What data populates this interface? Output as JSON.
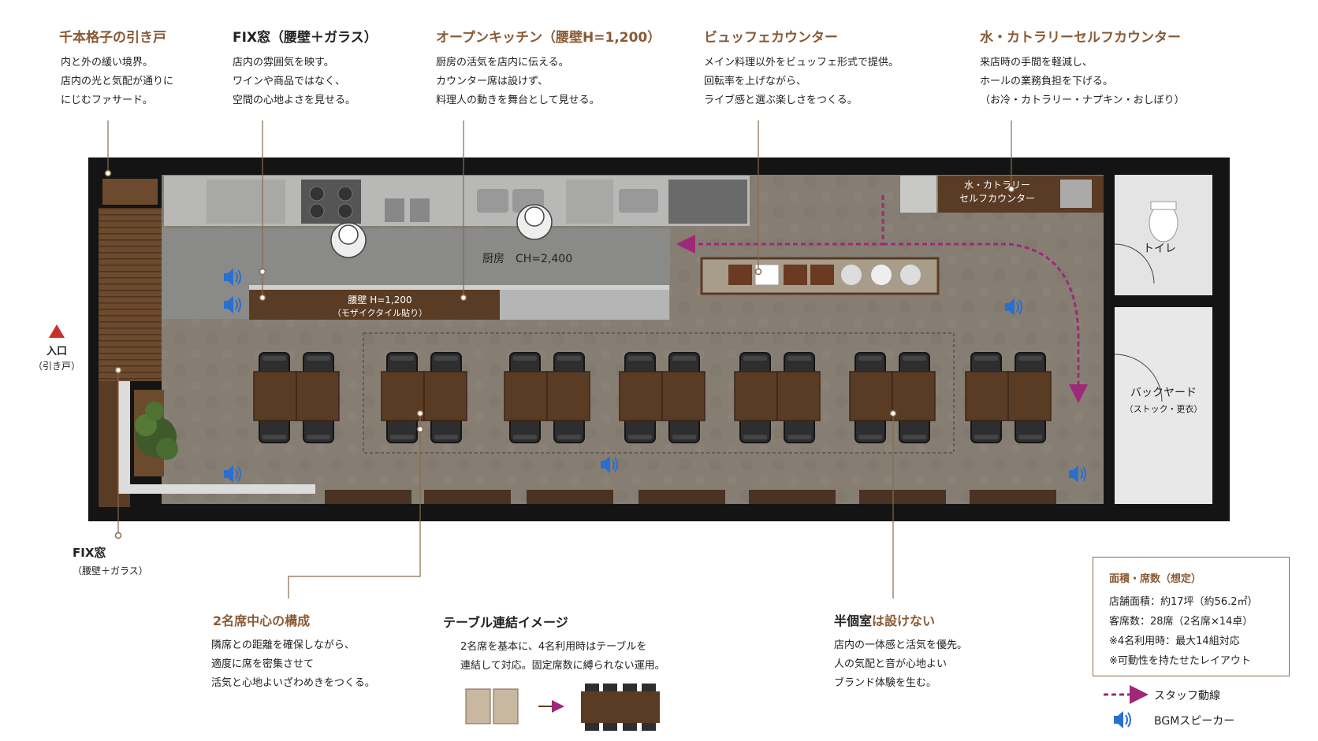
{
  "annotations": [
    {
      "title": "千本格子の引き戸",
      "lines": [
        "内と外の緩い境界。",
        "店内の光と気配が通りに",
        "にじむファサード。"
      ]
    },
    {
      "title": "FIX窓（腰壁＋ガラス）",
      "lines": [
        "店内の雰囲気を映す。",
        "ワインや商品ではなく、",
        "空間の心地よさを見せる。"
      ]
    },
    {
      "title": "オープンキッチン（腰壁H=1,200）",
      "lines": [
        "厨房の活気を店内に伝える。",
        "カウンター席は設けず、",
        "料理人の動きを舞台として見せる。"
      ]
    },
    {
      "title": "ビュッフェカウンター",
      "lines": [
        "メイン料理以外をビュッフェ形式で提供。",
        "回転率を上げながら、",
        "ライブ感と選ぶ楽しさをつくる。"
      ]
    },
    {
      "title": "水・カトラリーセルフカウンター",
      "lines": [
        "来店時の手間を軽減し、",
        "ホールの業務負担を下げる。",
        "（お冷・カトラリー・ナプキン・おしぼり）"
      ]
    }
  ],
  "bottom": {
    "fix": {
      "title": "FIX窓",
      "sub": "（腰壁＋ガラス）"
    },
    "two_seat": {
      "title": "2名席中心の構成",
      "lines": [
        "隣席との距離を確保しながら、",
        "適度に席を密集させて",
        "活気と心地よいざわめきをつくる。"
      ]
    },
    "table_join": {
      "title": "テーブル連結イメージ",
      "lines": [
        "2名席を基本に、4名利用時はテーブルを",
        "連結して対応。固定席数に縛られない運用。"
      ]
    },
    "semi_private": {
      "title_a": "半個室",
      "title_b": "は設けない",
      "lines": [
        "店内の一体感と活気を優先。",
        "人の気配と音が心地よい",
        "ブランド体験を生む。"
      ]
    }
  },
  "plan": {
    "kitchen_label": "厨房　CH=2,400",
    "wall_label_1": "腰壁 H=1,200",
    "wall_label_2": "（モザイクタイル貼り）",
    "self_counter_1": "水・カトラリー",
    "self_counter_2": "セルフカウンター",
    "toilet": "トイレ",
    "backyard": "バックヤード",
    "backyard_sub": "（ストック・更衣）",
    "entrance": "入口",
    "entrance_sub": "（引き戸）"
  },
  "info": {
    "title": "面積・席数（想定）",
    "lines": [
      "店舗面積：約17坪（約56.2㎡）",
      "客席数：28席（2名席×14卓）",
      "※4名利用時：最大14組対応",
      "※可動性を持たせたレイアウト"
    ]
  },
  "legend": {
    "staff": "スタッフ動線",
    "speaker": "BGMスピーカー"
  },
  "colors": {
    "accent": "#8a5a34",
    "staff_route": "#a0287a",
    "speaker": "#2a6fd0",
    "entrance_marker": "#c8302a",
    "wall": "#141414",
    "wood": "#5a3b24"
  },
  "speaker_count": 6,
  "table_pairs": 7
}
